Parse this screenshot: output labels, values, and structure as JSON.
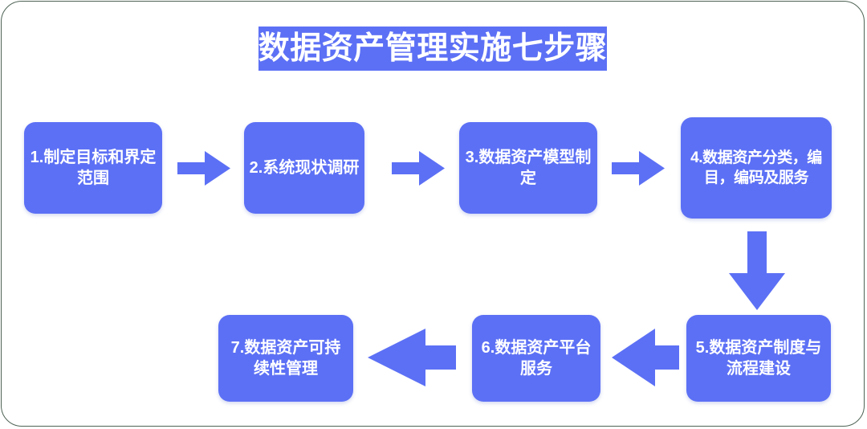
{
  "diagram": {
    "title": "数据资产管理实施七步骤",
    "accent_color": "#5c70f5",
    "text_color": "#ffffff",
    "background_color": "#ffffff",
    "frame_color": "#4e6355",
    "steps": [
      {
        "id": 1,
        "label": "1.制定目标和界定范围"
      },
      {
        "id": 2,
        "label": "2.系统现状调研"
      },
      {
        "id": 3,
        "label": "3.数据资产模型制定"
      },
      {
        "id": 4,
        "label": "4.数据资产分类，编目，编码及服务"
      },
      {
        "id": 5,
        "label": "5.数据资产制度与流程建设"
      },
      {
        "id": 6,
        "label": "6.数据资产平台服务"
      },
      {
        "id": 7,
        "label": "7.数据资产可持续性管理"
      }
    ],
    "connectors": [
      {
        "from": 1,
        "to": 2,
        "direction": "right"
      },
      {
        "from": 2,
        "to": 3,
        "direction": "right"
      },
      {
        "from": 3,
        "to": 4,
        "direction": "right"
      },
      {
        "from": 4,
        "to": 5,
        "direction": "down"
      },
      {
        "from": 5,
        "to": 6,
        "direction": "left"
      },
      {
        "from": 6,
        "to": 7,
        "direction": "left"
      }
    ]
  }
}
